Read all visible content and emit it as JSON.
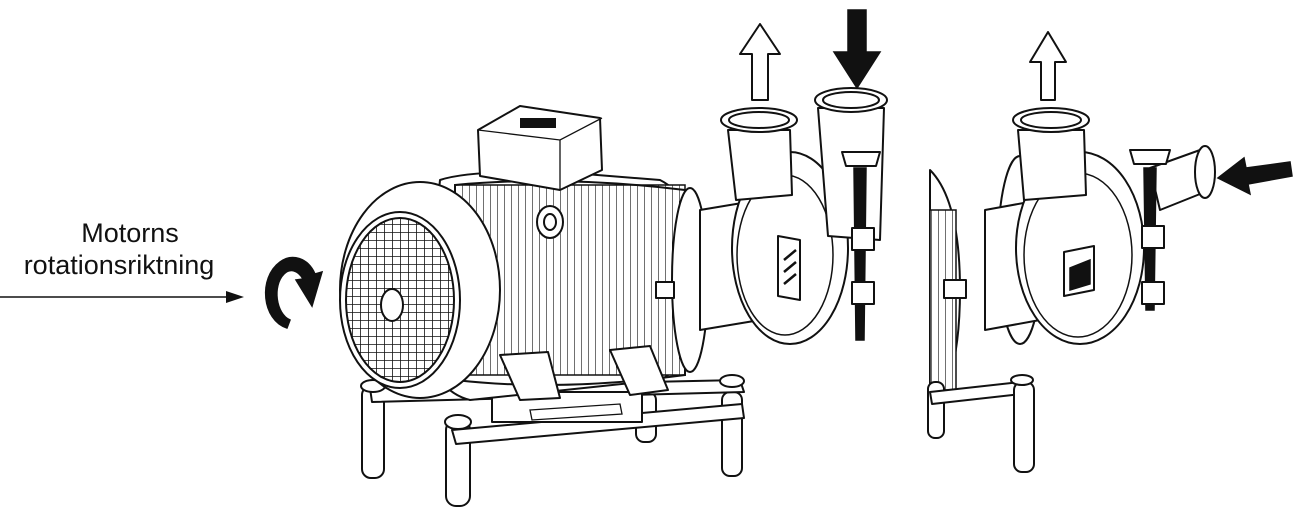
{
  "label": {
    "line1": "Motorns",
    "line2": "rotationsriktning"
  },
  "colors": {
    "ink": "#111111",
    "paper": "#ffffff"
  },
  "parts": {
    "motor": "electric-motor",
    "pump_left": "centrifugal-pump-outlet-up-inlet-down",
    "pump_right": "centrifugal-pump-outlet-up-inlet-side",
    "rotation_indicator": "clockwise-rotation-arrow"
  },
  "flow_arrows": [
    "outlet-up-open",
    "inlet-down-filled",
    "outlet-up-open",
    "inlet-left-filled"
  ]
}
